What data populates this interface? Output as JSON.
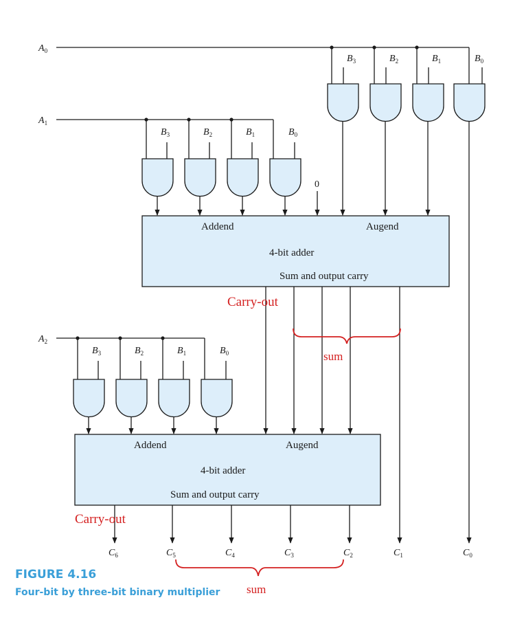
{
  "inputs": {
    "a0": {
      "base": "A",
      "sub": "0"
    },
    "a1": {
      "base": "A",
      "sub": "1"
    },
    "a2": {
      "base": "A",
      "sub": "2"
    },
    "b3": {
      "base": "B",
      "sub": "3"
    },
    "b2": {
      "base": "B",
      "sub": "2"
    },
    "b1": {
      "base": "B",
      "sub": "1"
    },
    "b0": {
      "base": "B",
      "sub": "0"
    },
    "zero": "0"
  },
  "adders": [
    {
      "addend": "Addend",
      "augend": "Augend",
      "title": "4-bit adder",
      "output": "Sum and output carry"
    },
    {
      "addend": "Addend",
      "augend": "Augend",
      "title": "4-bit adder",
      "output": "Sum and output carry"
    }
  ],
  "outputs": {
    "c6": {
      "base": "C",
      "sub": "6"
    },
    "c5": {
      "base": "C",
      "sub": "5"
    },
    "c4": {
      "base": "C",
      "sub": "4"
    },
    "c3": {
      "base": "C",
      "sub": "3"
    },
    "c2": {
      "base": "C",
      "sub": "2"
    },
    "c1": {
      "base": "C",
      "sub": "1"
    },
    "c0": {
      "base": "C",
      "sub": "0"
    }
  },
  "annotations": {
    "carry_out": "Carry-out",
    "sum": "sum"
  },
  "caption": {
    "title": "FIGURE 4.16",
    "subtitle": "Four-bit by three-bit binary multiplier"
  },
  "colors": {
    "gate_fill": "#ddeefa",
    "box_fill": "#ddeefa",
    "annotation": "#d42020",
    "caption": "#3a9fd8",
    "line": "#1a1a1a"
  }
}
